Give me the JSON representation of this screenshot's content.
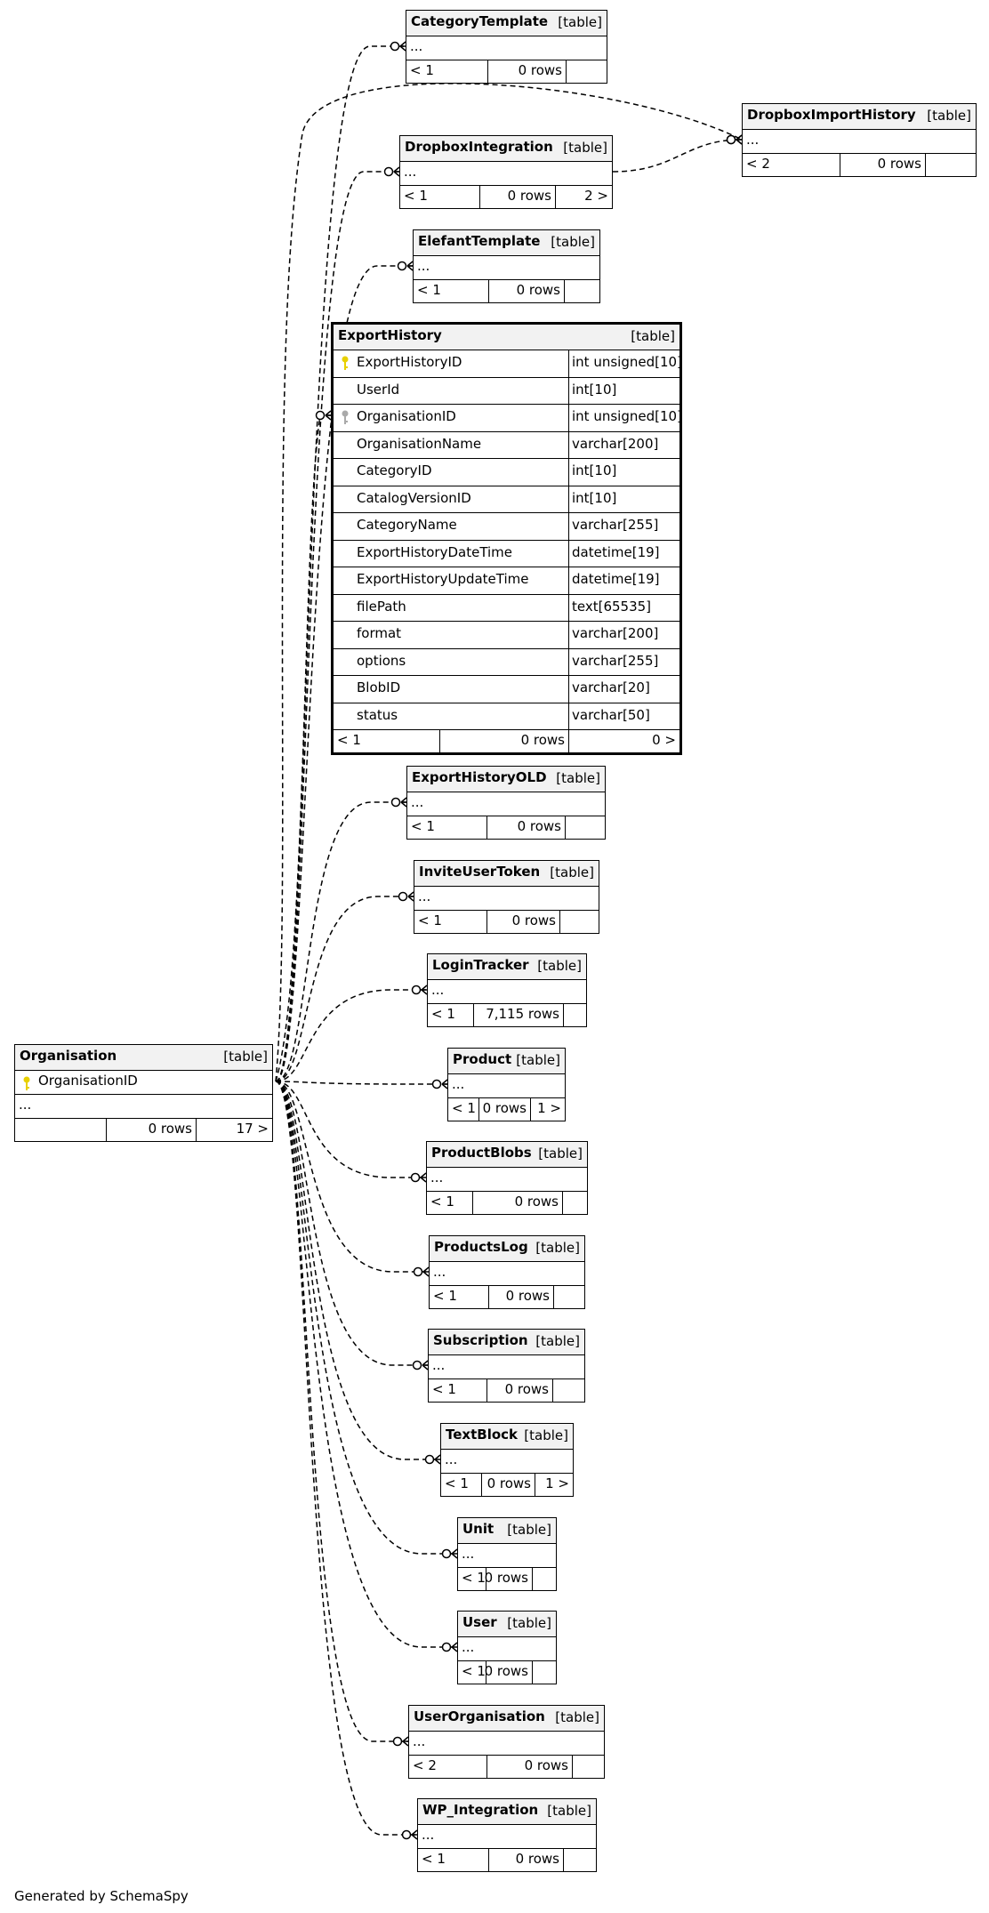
{
  "footer_text": "Generated by SchemaSpy",
  "colors": {
    "primary_key": "#e8d000",
    "foreign_key": "#aaaaaa",
    "header_bg": "#f2f2f2"
  },
  "tables": [
    {
      "id": "CategoryTemplate",
      "name": "CategoryTemplate",
      "kind": "[table]",
      "rows_placeholder": "...",
      "parents": "< 1",
      "rows": "0 rows",
      "children": ""
    },
    {
      "id": "DropboxImportHistory",
      "name": "DropboxImportHistory",
      "kind": "[table]",
      "rows_placeholder": "...",
      "parents": "< 2",
      "rows": "0 rows",
      "children": ""
    },
    {
      "id": "DropboxIntegration",
      "name": "DropboxIntegration",
      "kind": "[table]",
      "rows_placeholder": "...",
      "parents": "< 1",
      "rows": "0 rows",
      "children": "2 >"
    },
    {
      "id": "ElefantTemplate",
      "name": "ElefantTemplate",
      "kind": "[table]",
      "rows_placeholder": "...",
      "parents": "< 1",
      "rows": "0 rows",
      "children": ""
    },
    {
      "id": "ExportHistoryOLD",
      "name": "ExportHistoryOLD",
      "kind": "[table]",
      "rows_placeholder": "...",
      "parents": "< 1",
      "rows": "0 rows",
      "children": ""
    },
    {
      "id": "InviteUserToken",
      "name": "InviteUserToken",
      "kind": "[table]",
      "rows_placeholder": "...",
      "parents": "< 1",
      "rows": "0 rows",
      "children": ""
    },
    {
      "id": "LoginTracker",
      "name": "LoginTracker",
      "kind": "[table]",
      "rows_placeholder": "...",
      "parents": "< 1",
      "rows": "7,115 rows",
      "children": ""
    },
    {
      "id": "Product",
      "name": "Product",
      "kind": "[table]",
      "rows_placeholder": "...",
      "parents": "< 1",
      "rows": "0 rows",
      "children": "1 >"
    },
    {
      "id": "ProductBlobs",
      "name": "ProductBlobs",
      "kind": "[table]",
      "rows_placeholder": "...",
      "parents": "< 1",
      "rows": "0 rows",
      "children": ""
    },
    {
      "id": "ProductsLog",
      "name": "ProductsLog",
      "kind": "[table]",
      "rows_placeholder": "...",
      "parents": "< 1",
      "rows": "0 rows",
      "children": ""
    },
    {
      "id": "Subscription",
      "name": "Subscription",
      "kind": "[table]",
      "rows_placeholder": "...",
      "parents": "< 1",
      "rows": "0 rows",
      "children": ""
    },
    {
      "id": "TextBlock",
      "name": "TextBlock",
      "kind": "[table]",
      "rows_placeholder": "...",
      "parents": "< 1",
      "rows": "0 rows",
      "children": "1 >"
    },
    {
      "id": "Unit",
      "name": "Unit",
      "kind": "[table]",
      "rows_placeholder": "...",
      "parents": "< 1",
      "rows": "0 rows",
      "children": ""
    },
    {
      "id": "User",
      "name": "User",
      "kind": "[table]",
      "rows_placeholder": "...",
      "parents": "< 1",
      "rows": "0 rows",
      "children": ""
    },
    {
      "id": "UserOrganisation",
      "name": "UserOrganisation",
      "kind": "[table]",
      "rows_placeholder": "...",
      "parents": "< 2",
      "rows": "0 rows",
      "children": ""
    },
    {
      "id": "WP_Integration",
      "name": "WP_Integration",
      "kind": "[table]",
      "rows_placeholder": "...",
      "parents": "< 1",
      "rows": "0 rows",
      "children": ""
    }
  ],
  "focus_table": {
    "name": "ExportHistory",
    "kind": "[table]",
    "columns": [
      {
        "name": "ExportHistoryID",
        "type": "int unsigned[10]",
        "key": "primary"
      },
      {
        "name": "UserId",
        "type": "int[10]",
        "key": ""
      },
      {
        "name": "OrganisationID",
        "type": "int unsigned[10]",
        "key": "foreign"
      },
      {
        "name": "OrganisationName",
        "type": "varchar[200]",
        "key": ""
      },
      {
        "name": "CategoryID",
        "type": "int[10]",
        "key": ""
      },
      {
        "name": "CatalogVersionID",
        "type": "int[10]",
        "key": ""
      },
      {
        "name": "CategoryName",
        "type": "varchar[255]",
        "key": ""
      },
      {
        "name": "ExportHistoryDateTime",
        "type": "datetime[19]",
        "key": ""
      },
      {
        "name": "ExportHistoryUpdateTime",
        "type": "datetime[19]",
        "key": ""
      },
      {
        "name": "filePath",
        "type": "text[65535]",
        "key": ""
      },
      {
        "name": "format",
        "type": "varchar[200]",
        "key": ""
      },
      {
        "name": "options",
        "type": "varchar[255]",
        "key": ""
      },
      {
        "name": "BlobID",
        "type": "varchar[20]",
        "key": ""
      },
      {
        "name": "status",
        "type": "varchar[50]",
        "key": ""
      }
    ],
    "parents": "< 1",
    "rows": "0 rows",
    "children": "0 >"
  },
  "organisation": {
    "name": "Organisation",
    "kind": "[table]",
    "pk_column": "OrganisationID",
    "rows_placeholder": "...",
    "parents": "",
    "rows": "0 rows",
    "children": "17 >"
  }
}
